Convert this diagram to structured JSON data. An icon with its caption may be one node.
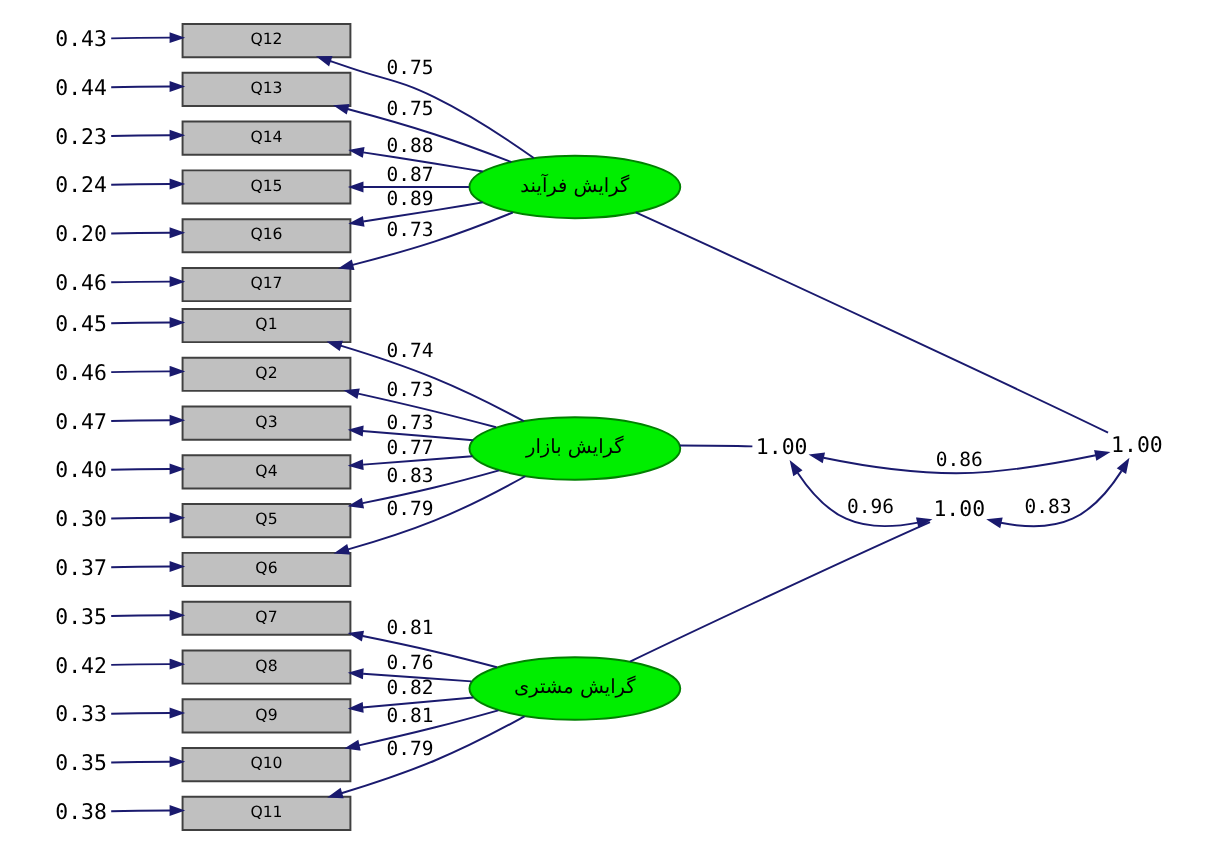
{
  "diagram": {
    "nodes": [
      {
        "text": [
          "Q1"
        ]
      },
      {
        "text": [
          "Q2"
        ]
      },
      {
        "text": [
          "Q3"
        ]
      },
      {
        "text": [
          "Q4"
        ]
      },
      {
        "text": [
          "Q5"
        ]
      },
      {
        "text": [
          "Q6"
        ]
      },
      {
        "text": [
          "Q7"
        ]
      },
      {
        "text": [
          "Q8"
        ]
      },
      {
        "text": [
          "Q9"
        ]
      },
      {
        "text": [
          "Q10"
        ]
      },
      {
        "text": [
          "Q11"
        ]
      },
      {
        "text": [
          "Q12"
        ]
      },
      {
        "text": [
          "Q13"
        ]
      },
      {
        "text": [
          "Q14"
        ]
      },
      {
        "text": [
          "Q15"
        ]
      },
      {
        "text": [
          "Q16"
        ]
      },
      {
        "text": [
          "Q17"
        ]
      },
      {
        "text": [
          "گرایش بازار"
        ]
      },
      {
        "text": [
          "گرایش مشتری"
        ]
      },
      {
        "text": [
          "گرایش فرآیند"
        ]
      },
      {
        "text": [
          "0.45"
        ]
      },
      {
        "text": [
          "0.46"
        ]
      },
      {
        "text": [
          "0.47"
        ]
      },
      {
        "text": [
          "0.40"
        ]
      },
      {
        "text": [
          "0.30"
        ]
      },
      {
        "text": [
          "0.37"
        ]
      },
      {
        "text": [
          "0.35"
        ]
      },
      {
        "text": [
          "0.42"
        ]
      },
      {
        "text": [
          "0.33"
        ]
      },
      {
        "text": [
          "0.35"
        ]
      },
      {
        "text": [
          "0.38"
        ]
      },
      {
        "text": [
          "0.43"
        ]
      },
      {
        "text": [
          "0.44"
        ]
      },
      {
        "text": [
          "0.23"
        ]
      },
      {
        "text": [
          "0.24"
        ]
      },
      {
        "text": [
          "0.20"
        ]
      },
      {
        "text": [
          "0.46"
        ]
      },
      {
        "text": [
          "1.00"
        ]
      },
      {
        "text": [
          "1.00"
        ]
      },
      {
        "text": [
          "1.00"
        ]
      }
    ],
    "edges": [
      {
        "from": 17,
        "to": 0,
        "arrow": "to",
        "label": "0.74"
      },
      {
        "from": 17,
        "to": 1,
        "arrow": "to",
        "label": "0.73"
      },
      {
        "from": 17,
        "to": 2,
        "arrow": "to",
        "label": "0.73"
      },
      {
        "from": 17,
        "to": 3,
        "arrow": "to",
        "label": "0.77"
      },
      {
        "from": 17,
        "to": 4,
        "arrow": "to",
        "label": "0.83"
      },
      {
        "from": 17,
        "to": 5,
        "arrow": "to",
        "label": "0.79"
      },
      {
        "from": 18,
        "to": 6,
        "arrow": "to",
        "label": "0.81"
      },
      {
        "from": 18,
        "to": 7,
        "arrow": "to",
        "label": "0.76"
      },
      {
        "from": 18,
        "to": 8,
        "arrow": "to",
        "label": "0.82"
      },
      {
        "from": 18,
        "to": 9,
        "arrow": "to",
        "label": "0.81"
      },
      {
        "from": 18,
        "to": 10,
        "arrow": "to",
        "label": "0.79"
      },
      {
        "from": 19,
        "to": 11,
        "arrow": "to",
        "label": "0.75"
      },
      {
        "from": 19,
        "to": 12,
        "arrow": "to",
        "label": "0.75"
      },
      {
        "from": 19,
        "to": 13,
        "arrow": "to",
        "label": "0.88"
      },
      {
        "from": 19,
        "to": 14,
        "arrow": "to",
        "label": "0.87"
      },
      {
        "from": 19,
        "to": 15,
        "arrow": "to",
        "label": "0.89"
      },
      {
        "from": 19,
        "to": 16,
        "arrow": "to",
        "label": "0.73"
      },
      {
        "from": 20,
        "to": 0,
        "arrow": "to"
      },
      {
        "from": 21,
        "to": 1,
        "arrow": "to"
      },
      {
        "from": 22,
        "to": 2,
        "arrow": "to"
      },
      {
        "from": 23,
        "to": 3,
        "arrow": "to"
      },
      {
        "from": 24,
        "to": 4,
        "arrow": "to"
      },
      {
        "from": 25,
        "to": 5,
        "arrow": "to"
      },
      {
        "from": 26,
        "to": 6,
        "arrow": "to"
      },
      {
        "from": 27,
        "to": 7,
        "arrow": "to"
      },
      {
        "from": 28,
        "to": 8,
        "arrow": "to"
      },
      {
        "from": 29,
        "to": 9,
        "arrow": "to"
      },
      {
        "from": 30,
        "to": 10,
        "arrow": "to"
      },
      {
        "from": 31,
        "to": 11,
        "arrow": "to"
      },
      {
        "from": 32,
        "to": 12,
        "arrow": "to"
      },
      {
        "from": 33,
        "to": 13,
        "arrow": "to"
      },
      {
        "from": 34,
        "to": 14,
        "arrow": "to"
      },
      {
        "from": 35,
        "to": 15,
        "arrow": "to"
      },
      {
        "from": 36,
        "to": 16,
        "arrow": "to"
      },
      {
        "from": 17,
        "to": 37,
        "arrow": "none"
      },
      {
        "from": 18,
        "to": 38,
        "arrow": "none"
      },
      {
        "from": 19,
        "to": 39,
        "arrow": "none"
      },
      {
        "from": 37,
        "to": 38,
        "arrow": "both",
        "label": "0.96"
      },
      {
        "from": 38,
        "to": 39,
        "arrow": "both",
        "label": "0.83"
      },
      {
        "from": 37,
        "to": 39,
        "arrow": "both",
        "label": "0.86"
      }
    ]
  }
}
